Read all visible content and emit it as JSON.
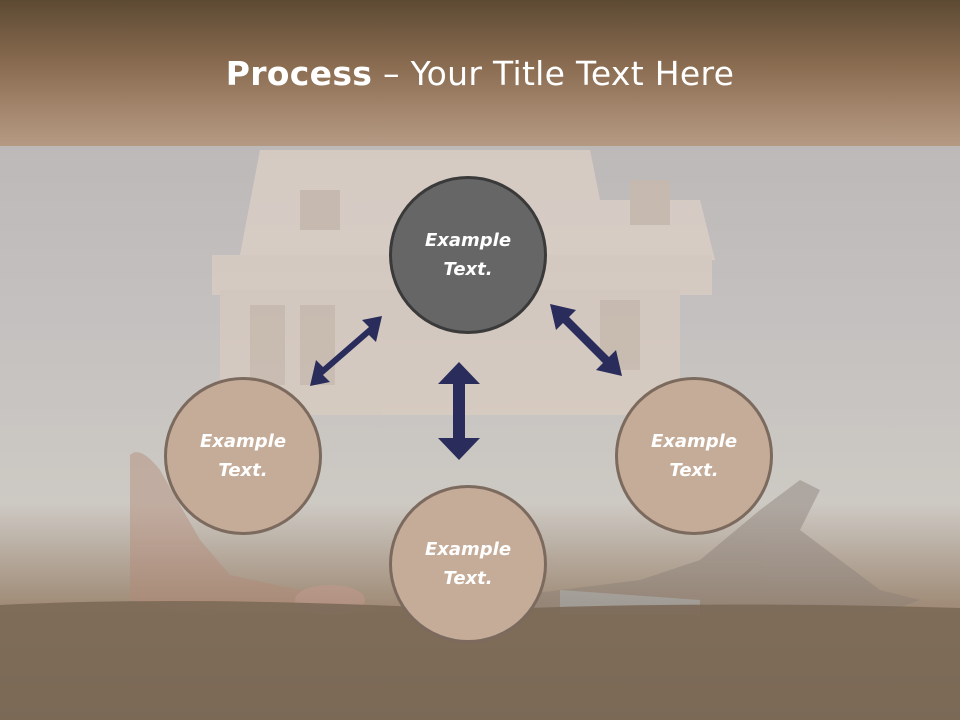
{
  "title": {
    "bold": "Process",
    "rest": " – Your Title Text Here"
  },
  "nodes": {
    "top": "Example Text.",
    "left": "Example Text.",
    "right": "Example Text.",
    "bottom": "Example Text."
  },
  "colors": {
    "title_bar": "#8a6c51",
    "dark_circle": "#666666",
    "tan_circle": "#c5ac99",
    "circle_border": "#7b6a5d",
    "arrow": "#2a2d5c"
  }
}
